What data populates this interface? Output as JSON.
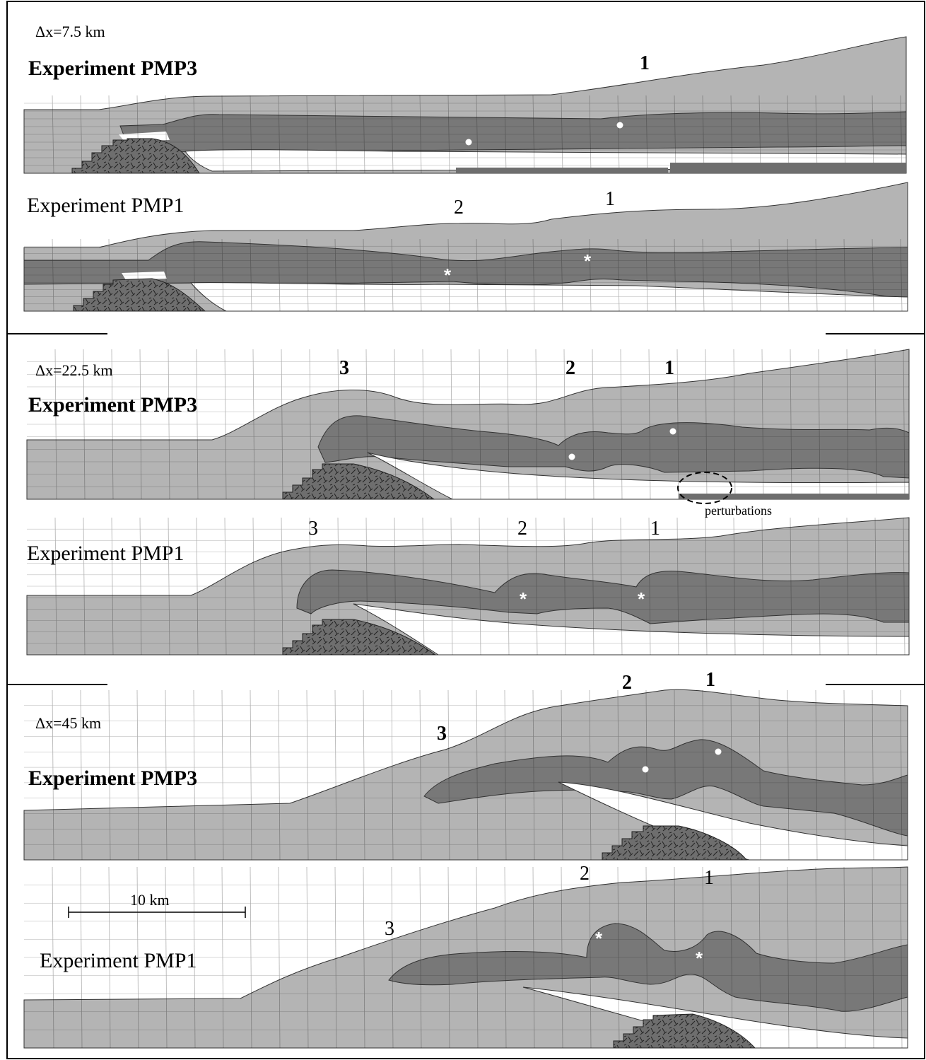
{
  "colors": {
    "upper_layer": "#b4b4b4",
    "folded_layer": "#787878",
    "grid_line": "#1e1e1e",
    "basement": "#6e6e6e",
    "decollement": "#ffffff",
    "markers": "#ffffff"
  },
  "panels": [
    {
      "resolution": "Δx=7.5 km",
      "experiments": [
        {
          "label": "Experiment PMP3",
          "bold": true,
          "marker": "dot",
          "fold_numbers": [
            "1"
          ]
        },
        {
          "label": "Experiment PMP1",
          "bold": false,
          "marker": "asterisk",
          "fold_numbers": [
            "2",
            "1"
          ]
        }
      ]
    },
    {
      "resolution": "Δx=22.5 km",
      "experiments": [
        {
          "label": "Experiment PMP3",
          "bold": true,
          "marker": "dot",
          "fold_numbers": [
            "3",
            "2",
            "1"
          ],
          "annotation": "perturbations"
        },
        {
          "label": "Experiment PMP1",
          "bold": false,
          "marker": "asterisk",
          "fold_numbers": [
            "3",
            "2",
            "1"
          ]
        }
      ]
    },
    {
      "resolution": "Δx=45 km",
      "experiments": [
        {
          "label": "Experiment PMP3",
          "bold": true,
          "marker": "dot",
          "fold_numbers": [
            "3",
            "2",
            "1"
          ]
        },
        {
          "label": "Experiment PMP1",
          "bold": false,
          "marker": "asterisk",
          "fold_numbers": [
            "3",
            "2",
            "1"
          ]
        }
      ]
    }
  ],
  "scale_bar": {
    "label": "10 km",
    "length_km": 10
  },
  "marker_glyph": "*"
}
